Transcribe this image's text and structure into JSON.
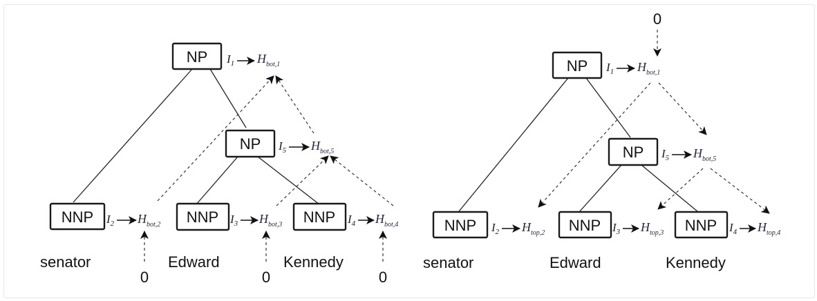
{
  "left_tree": {
    "nodes": {
      "np_top": "NP",
      "np_mid": "NP",
      "nnp_1": "NNP",
      "nnp_2": "NNP",
      "nnp_3": "NNP"
    },
    "words": [
      "senator",
      "Edward",
      "Kennedy"
    ],
    "inputs": [
      {
        "main": "I",
        "sub": "1"
      },
      {
        "main": "I",
        "sub": "5"
      },
      {
        "main": "I",
        "sub": "2"
      },
      {
        "main": "I",
        "sub": "3"
      },
      {
        "main": "I",
        "sub": "4"
      }
    ],
    "hidden": [
      {
        "main": "H",
        "sub": "bot,1"
      },
      {
        "main": "H",
        "sub": "bot,5"
      },
      {
        "main": "H",
        "sub": "bot,2"
      },
      {
        "main": "H",
        "sub": "bot,3"
      },
      {
        "main": "H",
        "sub": "bot,4"
      }
    ],
    "zeros": [
      "0",
      "0",
      "0"
    ]
  },
  "right_tree": {
    "nodes": {
      "np_top": "NP",
      "np_mid": "NP",
      "nnp_1": "NNP",
      "nnp_2": "NNP",
      "nnp_3": "NNP"
    },
    "words": [
      "senator",
      "Edward",
      "Kennedy"
    ],
    "inputs": [
      {
        "main": "I",
        "sub": "1"
      },
      {
        "main": "I",
        "sub": "5"
      },
      {
        "main": "I",
        "sub": "2"
      },
      {
        "main": "I",
        "sub": "3"
      },
      {
        "main": "I",
        "sub": "4"
      }
    ],
    "hidden": [
      {
        "main": "H",
        "sub": "bot,1"
      },
      {
        "main": "H",
        "sub": "bot,5"
      },
      {
        "main": "H",
        "sub": "top,2"
      },
      {
        "main": "H",
        "sub": "top,3"
      },
      {
        "main": "H",
        "sub": "top,4"
      }
    ],
    "zero": "0"
  }
}
